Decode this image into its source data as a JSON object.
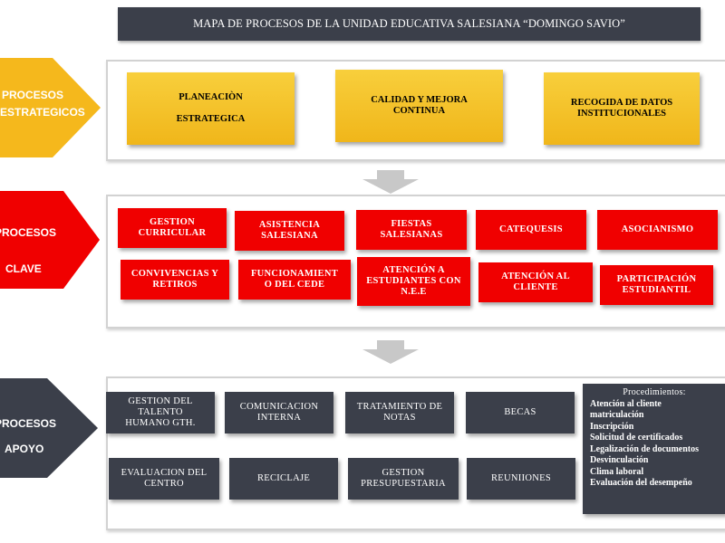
{
  "title": "MAPA DE PROCESOS DE LA UNIDAD EDUCATIVA SALESIANA “DOMINGO SAVIO”",
  "sections": {
    "estrategicos": {
      "line1": "PROCESOS",
      "line2": "ESTRATEGICOS",
      "color": "#f5b81c"
    },
    "clave": {
      "line1": "PROCESOS",
      "line2": "CLAVE",
      "color": "#f00000"
    },
    "apoyo": {
      "line1": "PROCESOS",
      "line2": "APOYO",
      "color": "#3b3f4a"
    }
  },
  "strategic_boxes": [
    {
      "line1": "PLANEACIÒN",
      "line2": "ESTRATEGICA"
    },
    {
      "label": "CALIDAD Y MEJORA CONTINUA"
    },
    {
      "label": "RECOGIDA DE DATOS INSTITUCIONALES"
    }
  ],
  "key_boxes": [
    "GESTION CURRICULAR",
    "ASISTENCIA SALESIANA",
    "FIESTAS SALESIANAS",
    "CATEQUESIS",
    "ASOCIANISMO",
    "CONVIVENCIAS Y RETIROS",
    "FUNCIONAMIENTO DEL CEDE",
    "ATENCIÓN A ESTUDIANTES CON N.E.E",
    "ATENCIÓN AL CLIENTE",
    "PARTICIPACIÓN ESTUDIANTIL"
  ],
  "support_boxes": [
    "GESTION DEL TALENTO HUMANO GTH.",
    "COMUNICACION INTERNA",
    "TRATAMIENTO DE NOTAS",
    "BECAS",
    "EVALUACION DEL CENTRO",
    "RECICLAJE",
    "GESTION PRESUPUESTARIA",
    "REUNIIONES"
  ],
  "procedures": {
    "heading": "Procedimientos:",
    "items": [
      "Atención al cliente",
      "matriculación",
      "Inscripción",
      "Solicitud de certificados",
      "Legalización de documentos",
      "Desvinculación",
      "Clima laboral",
      "Evaluación del desempeño"
    ]
  },
  "colors": {
    "dark": "#3b3f4a",
    "red": "#f00000",
    "yellow": "#f5b81c",
    "arrow_gray": "#c8c8c8",
    "panel_border": "#d2d2d2"
  },
  "icons": {
    "down_arrow": "down-arrow-icon"
  }
}
